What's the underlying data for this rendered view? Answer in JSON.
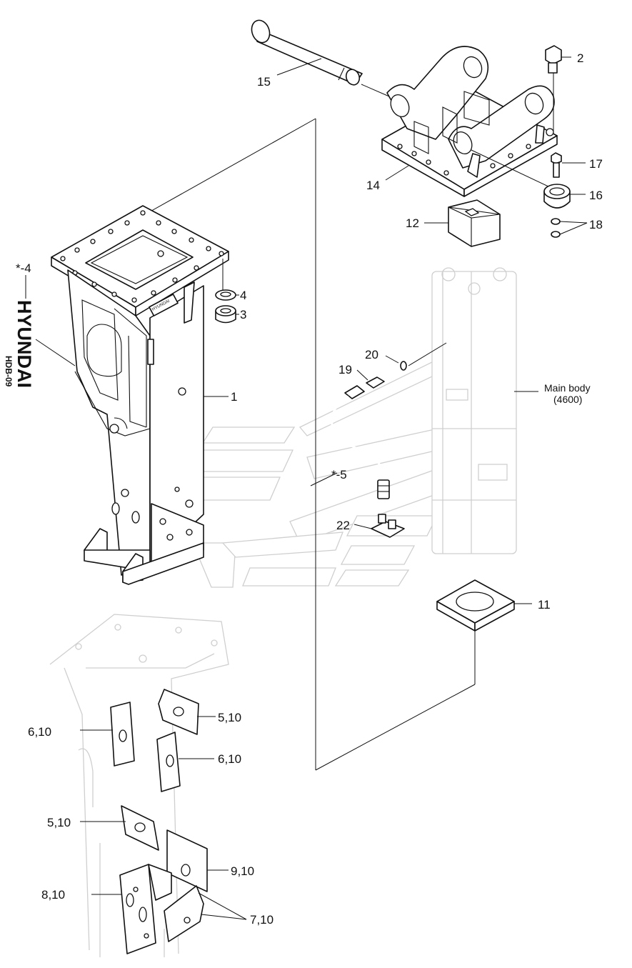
{
  "diagram": {
    "labels": {
      "l1": "1",
      "l2": "2",
      "l3": "3",
      "l4": "4",
      "l_star4": "*-4",
      "l_star5": "*-5",
      "l11": "11",
      "l12": "12",
      "l14": "14",
      "l15": "15",
      "l16": "16",
      "l17": "17",
      "l18": "18",
      "l19": "19",
      "l20": "20",
      "l22": "22",
      "l5_10_a": "5,10",
      "l6_10_a": "6,10",
      "l6_10_b": "6,10",
      "l5_10_b": "5,10",
      "l9_10": "9,10",
      "l8_10": "8,10",
      "l7_10": "7,10",
      "main_body_line1": "Main body",
      "main_body_line2": "(4600)"
    },
    "decal": {
      "main": "HYUNDAI",
      "sub": "HDB-09"
    },
    "frame_plate": "HYUNDAI"
  }
}
